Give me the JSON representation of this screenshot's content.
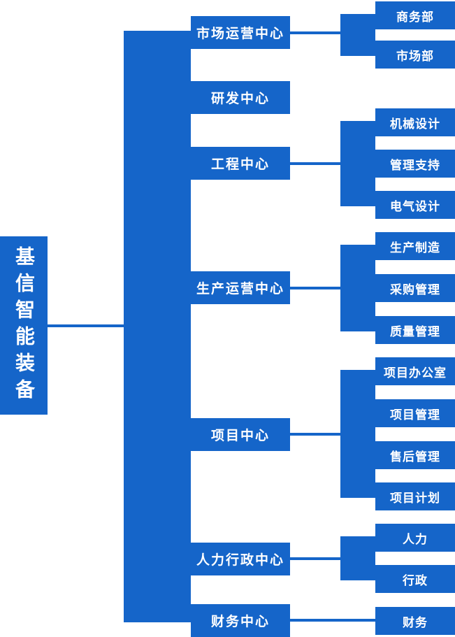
{
  "org": {
    "root": {
      "label": "基信智能装备"
    },
    "departments": [
      {
        "label": "市场运营中心",
        "children": [
          {
            "label": "商务部"
          },
          {
            "label": "市场部"
          }
        ]
      },
      {
        "label": "研发中心",
        "children": []
      },
      {
        "label": "工程中心",
        "children": [
          {
            "label": "机械设计"
          },
          {
            "label": "管理支持"
          },
          {
            "label": "电气设计"
          }
        ]
      },
      {
        "label": "生产运营中心",
        "children": [
          {
            "label": "生产制造"
          },
          {
            "label": "采购管理"
          },
          {
            "label": "质量管理"
          }
        ]
      },
      {
        "label": "项目中心",
        "children": [
          {
            "label": "项目办公室"
          },
          {
            "label": "项目管理"
          },
          {
            "label": "售后管理"
          },
          {
            "label": "项目计划"
          }
        ]
      },
      {
        "label": "人力行政中心",
        "children": [
          {
            "label": "人力"
          },
          {
            "label": "行政"
          }
        ]
      },
      {
        "label": "财务中心",
        "children": [
          {
            "label": "财务"
          }
        ]
      }
    ],
    "colors": {
      "node_fill": "#1565C9",
      "node_text": "#FFFFFF",
      "background": "#FFFFFF"
    }
  }
}
